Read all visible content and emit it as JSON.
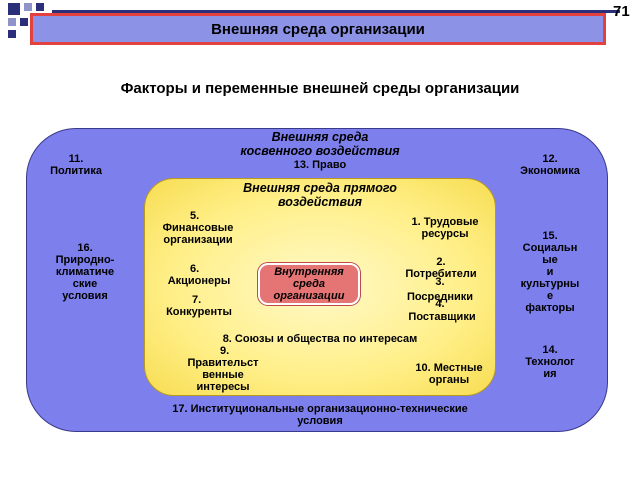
{
  "page_number": "71",
  "header": {
    "title": "Внешняя среда организации"
  },
  "subtitle": "Факторы и переменные внешней среды организации",
  "colors": {
    "header_fill": "#8c92e6",
    "header_border": "#e34040",
    "outer_fill": "#7d7fec",
    "inner_fill": "#ffef88",
    "core_fill": "#e57474"
  },
  "outer": {
    "title_line1": "Внешняя среда",
    "title_line2": "косвенного воздействия",
    "factors": {
      "politics": [
        "11.",
        "Политика"
      ],
      "law": "13. Право",
      "economy": [
        "12.",
        "Экономика"
      ],
      "nature": [
        "16.",
        "Природно-",
        "климатиче",
        "ские",
        "условия"
      ],
      "social": [
        "15.",
        "Социальн",
        "ые",
        "и",
        "культурны",
        "е",
        "факторы"
      ],
      "tech": [
        "14.",
        "Технолог",
        "ия"
      ],
      "institutional": [
        "17. Институциональные организационно-технические",
        "условия"
      ]
    }
  },
  "inner": {
    "title_line1": "Внешняя среда прямого",
    "title_line2": "воздействия",
    "factors": {
      "finance": [
        "5.",
        "Финансовые",
        "организации"
      ],
      "labor": [
        "1. Трудовые",
        "ресурсы"
      ],
      "shareholders": [
        "6.",
        "Акционеры"
      ],
      "consumers": [
        "2.",
        "Потребители"
      ],
      "intermediaries_num": "3.",
      "intermediaries": "Посредники",
      "suppliers_num": "4.",
      "suppliers": "Поставщики",
      "competitors": [
        "7.",
        "Конкуренты"
      ],
      "unions": "8. Союзы и общества по интересам",
      "government": [
        "9.",
        "Правительст",
        "венные",
        "интересы"
      ],
      "local": [
        "10. Местные",
        "органы"
      ]
    }
  },
  "core": {
    "line1": "Внутренняя",
    "line2": "среда",
    "line3": "организации"
  }
}
